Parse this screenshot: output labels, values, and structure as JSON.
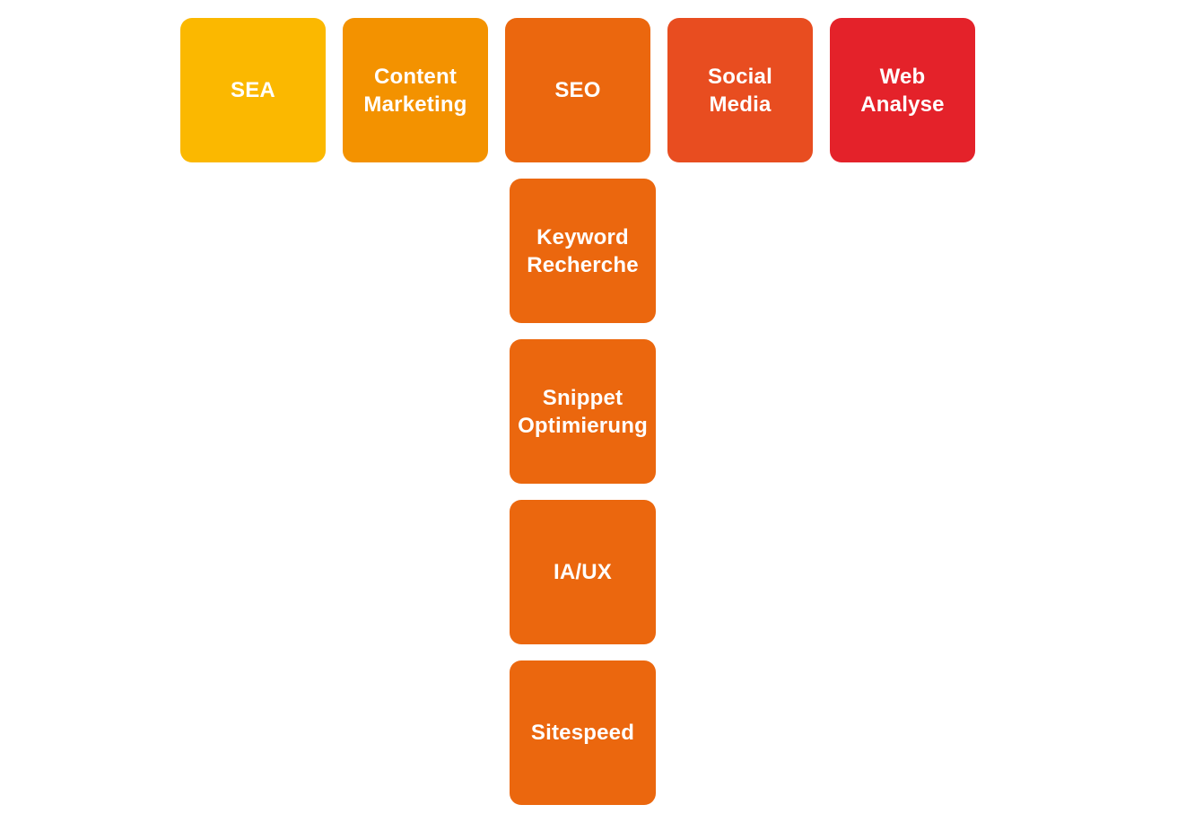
{
  "page": {
    "background_color": "#ffffff",
    "text_color": "#ffffff"
  },
  "diagram": {
    "top_row": {
      "items": [
        {
          "label": "SEA",
          "color": "#FBB800"
        },
        {
          "label": "Content\nMarketing",
          "color": "#F39200"
        },
        {
          "label": "SEO",
          "color": "#EB670E"
        },
        {
          "label": "Social\nMedia",
          "color": "#E84D20"
        },
        {
          "label": "Web\nAnalyse",
          "color": "#E4222A"
        }
      ]
    },
    "seo_children": {
      "items": [
        {
          "label": "Keyword\nRecherche",
          "color": "#EB670E"
        },
        {
          "label": "Snippet\nOptimierung",
          "color": "#EB670E"
        },
        {
          "label": "IA/UX",
          "color": "#EB670E"
        },
        {
          "label": "Sitespeed",
          "color": "#EB670E"
        }
      ]
    }
  }
}
